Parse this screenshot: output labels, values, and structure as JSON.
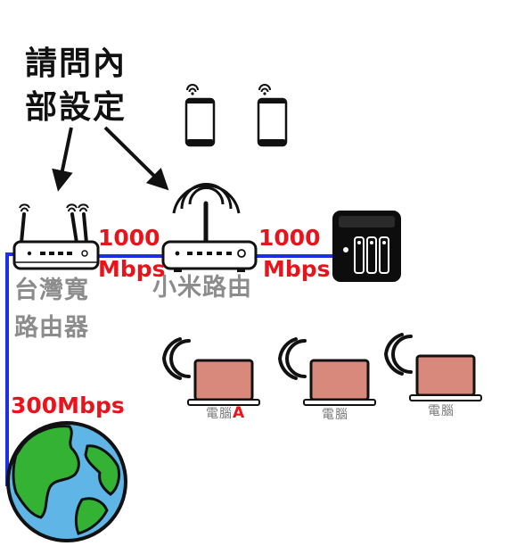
{
  "colors": {
    "cable": "#1f2fe6",
    "speed_text": "#e8141c",
    "device_label": "#8c8c8c",
    "laptop_screen": "#d9897c",
    "globe_ocean": "#5fb6e6",
    "globe_land": "#33b233"
  },
  "annotation": {
    "line1": "請問內",
    "line2": "部設定"
  },
  "isp_router": {
    "label_line1": "台灣寬",
    "label_line2": "路由器"
  },
  "xiaomi_router": {
    "label": "小米路由"
  },
  "links": {
    "router_to_xiaomi": {
      "value": "1000",
      "unit": "Mbps"
    },
    "xiaomi_to_nas": {
      "value": "1000",
      "unit": "Mbps"
    },
    "internet": {
      "speed": "300Mbps"
    }
  },
  "computers": [
    {
      "label": "電腦",
      "suffix": "A"
    },
    {
      "label": "電腦",
      "suffix": ""
    },
    {
      "label": "電腦",
      "suffix": ""
    }
  ],
  "icons": [
    "wifi-phone-icon",
    "router-icon",
    "wifi-router-icon",
    "nas-icon",
    "laptop-icon",
    "globe-icon",
    "arrow-icon"
  ]
}
